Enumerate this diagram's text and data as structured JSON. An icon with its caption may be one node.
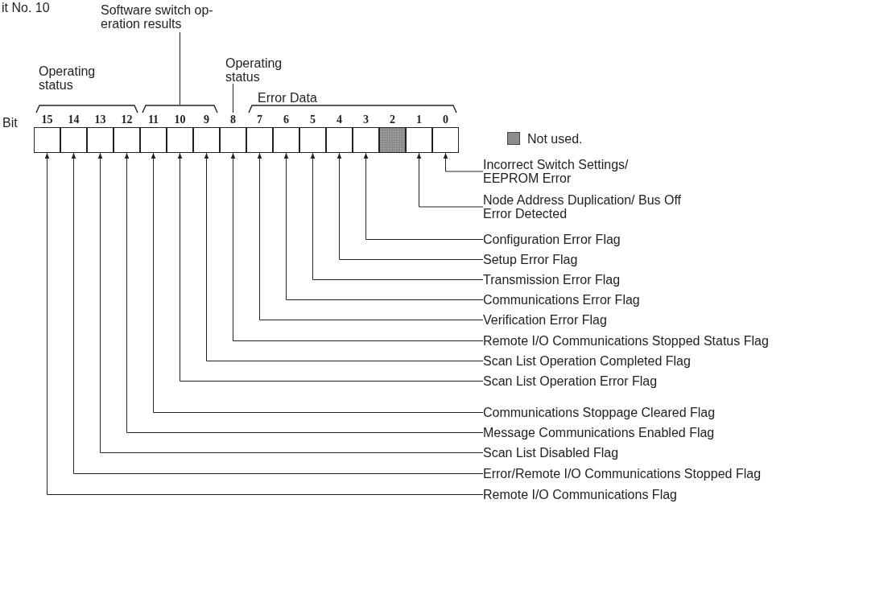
{
  "diagram": {
    "nodes": [
      {
        "text": [
          "Software switch op- eration results"
        ]
      },
      {
        "text": [
          "Operating status"
        ]
      },
      {
        "text": [],
        "shape": "box"
      },
      {
        "text": [],
        "shape": "box"
      },
      {
        "text": [],
        "shape": "box"
      },
      {
        "text": [],
        "shape": "box"
      },
      {
        "text": [],
        "shape": "box"
      },
      {
        "text": [],
        "shape": "box"
      },
      {
        "text": [],
        "shape": "box"
      },
      {
        "text": [],
        "shape": "box"
      },
      {
        "text": [],
        "shape": "box"
      },
      {
        "text": [],
        "shape": "box"
      },
      {
        "text": [],
        "shape": "box"
      },
      {
        "text": [],
        "shape": "box"
      },
      {
        "text": [],
        "shape": "box"
      },
      {
        "text": [],
        "shape": "box"
      },
      {
        "text": [],
        "shape": "box"
      },
      {
        "text": [],
        "shape": "box"
      },
      {
        "text": [
          "Incorrect Switch Settings/ EEPROM Error"
        ]
      },
      {
        "text": [
          "Node Address Duplication/ Bus Off Error Detected"
        ]
      },
      {
        "text": [
          "Configuration Error Flag"
        ]
      },
      {
        "text": [
          "Setup Error Flag"
        ]
      },
      {
        "text": [
          "Transmission Error Flag"
        ]
      },
      {
        "text": [
          "Communications Error Flag"
        ]
      },
      {
        "text": [
          "Verification Error Flag"
        ]
      },
      {
        "text": [
          "Remote I/O Communications Stopped Status Flag"
        ]
      },
      {
        "text": [
          "Scan List Operation Completed Flag"
        ]
      },
      {
        "text": [
          "Scan List Operation Error Flag"
        ]
      },
      {
        "text": [
          "Communications Stoppage Cleared Flag"
        ]
      },
      {
        "text": [
          "Message Communications Enabled Flag"
        ]
      },
      {
        "text": [
          "Scan List Disabled Flag"
        ]
      },
      {
        "text": [
          "Error/Remote I/O Communications Stopped Flag"
        ]
      },
      {
        "text": [
          "Remote I/O Communications Flag"
        ]
      }
    ],
    "edges": [
      {
        "from": 0,
        "to": null,
        "arrow": "none"
      },
      {
        "from": 1,
        "to": 9,
        "arrow": "none"
      },
      {
        "from": 18,
        "to": 17,
        "arrow": "to"
      },
      {
        "from": 19,
        "to": 16,
        "arrow": "to"
      },
      {
        "from": 20,
        "to": 14,
        "arrow": "to"
      },
      {
        "from": 21,
        "to": 13,
        "arrow": "to"
      },
      {
        "from": 22,
        "to": 12,
        "arrow": "to"
      },
      {
        "from": 23,
        "to": 11,
        "arrow": "to"
      },
      {
        "from": 24,
        "to": 10,
        "arrow": "to"
      },
      {
        "from": 25,
        "to": 9,
        "arrow": "to"
      },
      {
        "from": 26,
        "to": 8,
        "arrow": "to"
      },
      {
        "from": 27,
        "to": 7,
        "arrow": "to"
      },
      {
        "from": 28,
        "to": 6,
        "arrow": "to"
      },
      {
        "from": 29,
        "to": 5,
        "arrow": "to"
      },
      {
        "from": 30,
        "to": 4,
        "arrow": "to"
      },
      {
        "from": 31,
        "to": 3,
        "arrow": "to"
      },
      {
        "from": 32,
        "to": 2,
        "arrow": "to"
      }
    ],
    "labels": [
      "it No. 10",
      "Operating status",
      "Error Data",
      "Bit",
      "15",
      "14",
      "13",
      "12",
      "11",
      "10",
      "9",
      "8",
      "7",
      "6",
      "5",
      "4",
      "3",
      "2",
      "1",
      "0"
    ],
    "legend": [
      {
        "text": "Not used.",
        "color": "#8c8c8c"
      }
    ]
  }
}
